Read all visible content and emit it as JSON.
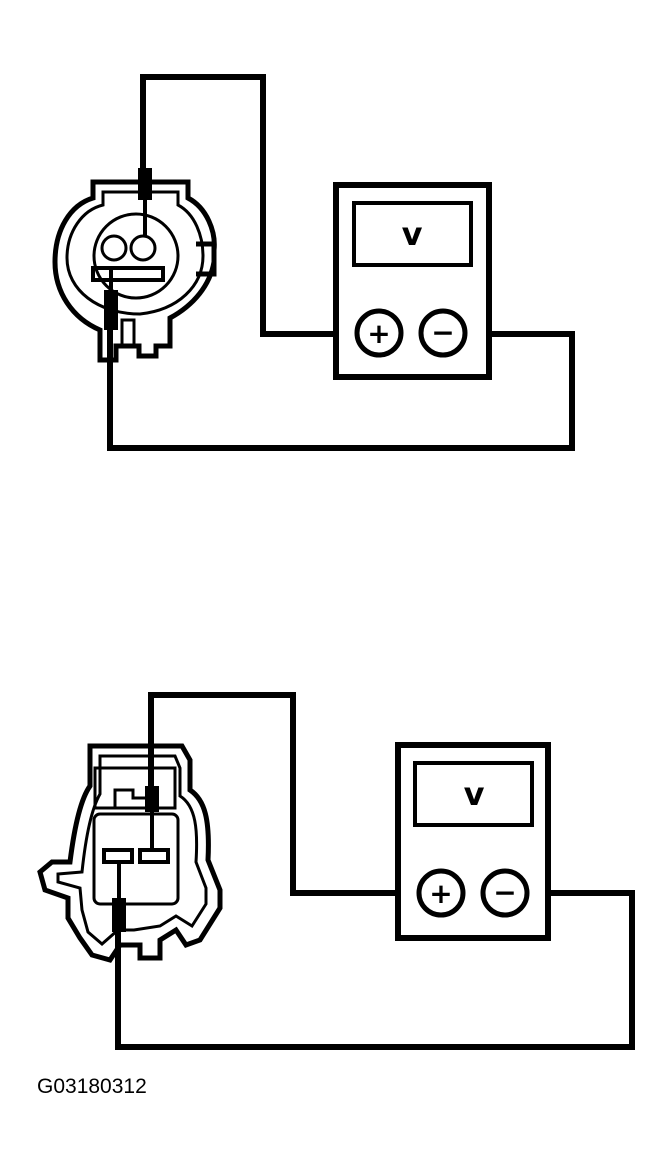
{
  "diagrams": [
    {
      "meter": {
        "display_symbol": "v",
        "positive_symbol": "+",
        "negative_symbol": "−"
      }
    },
    {
      "meter": {
        "display_symbol": "v",
        "positive_symbol": "+",
        "negative_symbol": "−"
      }
    }
  ],
  "figure_code": "G03180312",
  "colors": {
    "ink": "#000000",
    "paper": "#ffffff"
  }
}
